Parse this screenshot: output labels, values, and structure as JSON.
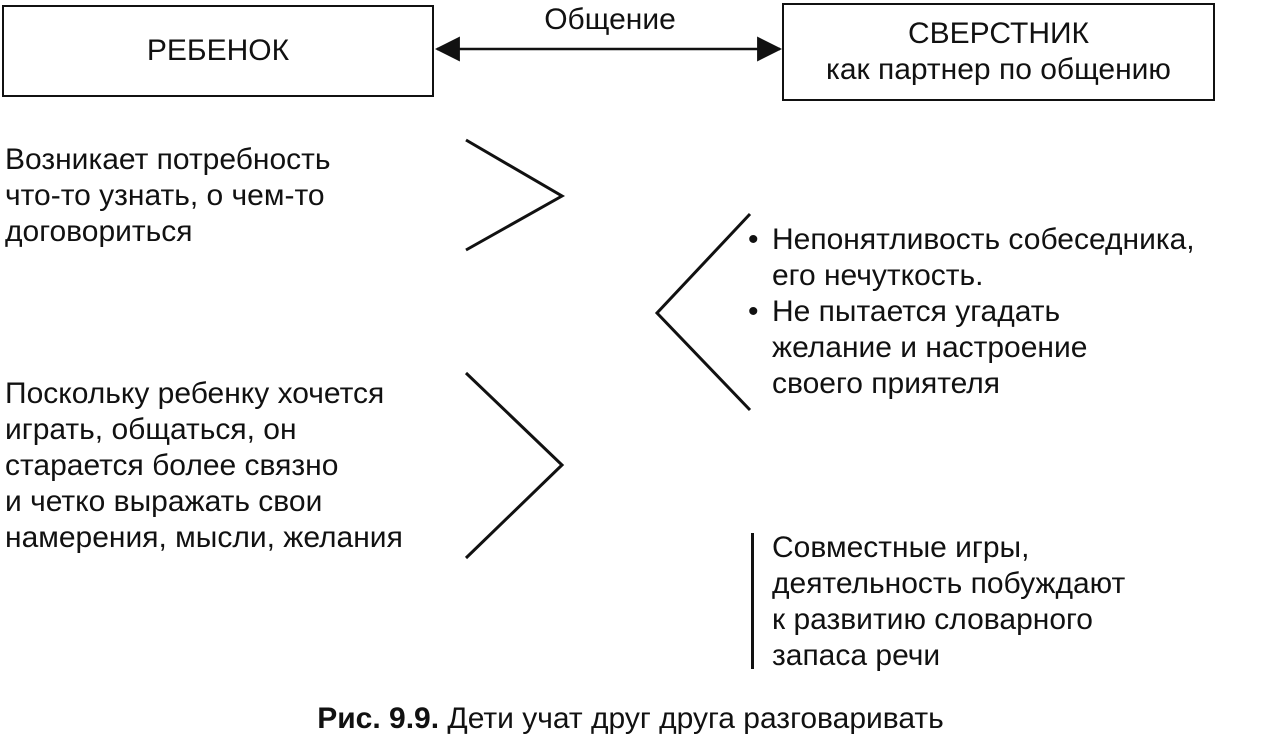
{
  "nodes": {
    "child": {
      "label": "РЕБЕНОК"
    },
    "peer": {
      "title": "СВЕРСТНИК",
      "subtitle": "как партнер по общению"
    }
  },
  "edge": {
    "label": "Общение"
  },
  "blocks": {
    "need": {
      "lines": [
        "Возникает потребность",
        "что-то узнать, о чем-то",
        "договориться"
      ]
    },
    "reason": {
      "lines": [
        "Поскольку ребенку хочется",
        "играть, общаться, он",
        "старается более связно",
        "и четко выражать свои",
        "намерения, мысли, желания"
      ]
    },
    "peer_traits": {
      "bullet": "•",
      "items": [
        {
          "lines": [
            "Непонятливость собеседника,",
            "его нечуткость."
          ]
        },
        {
          "lines": [
            "Не пытается угадать",
            "желание и настроение",
            "своего приятеля"
          ]
        }
      ]
    },
    "joint": {
      "lines": [
        "Совместные игры,",
        "деятельность побуждают",
        "к развитию словарного",
        "запаса речи"
      ]
    }
  },
  "caption": {
    "prefix": "Рис. 9.9.",
    "text": "Дети учат друг друга разговаривать"
  },
  "colors": {
    "ink": "#111111",
    "background": "#ffffff"
  }
}
